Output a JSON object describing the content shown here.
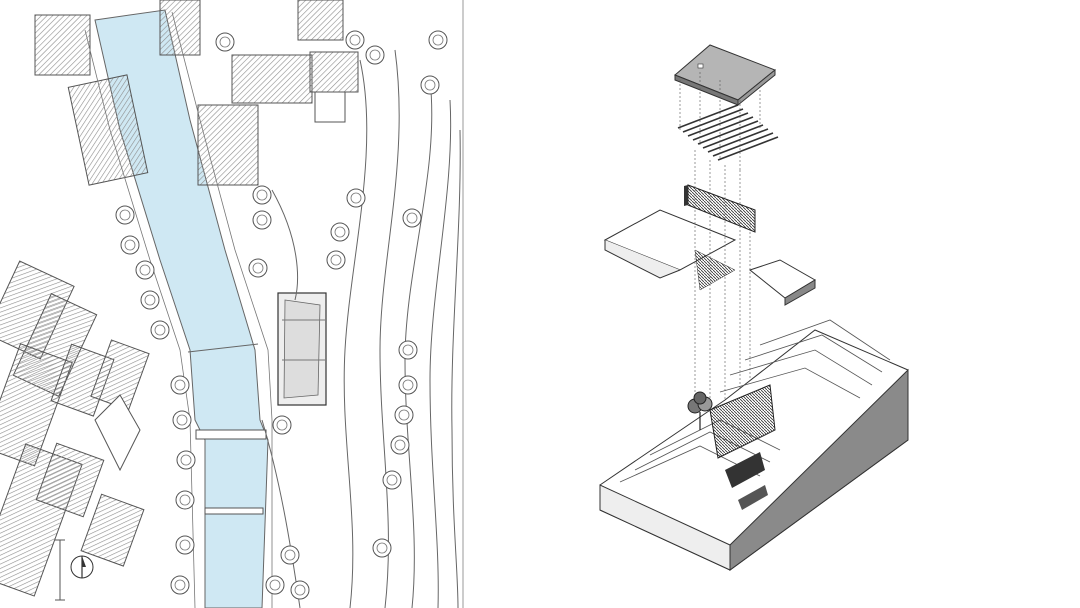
{
  "figure": {
    "layout": "two-panel",
    "background": "#ffffff",
    "colors": {
      "water": "#cfe8f3",
      "ink": "#555555",
      "roof_hatch": "#9a9a9a",
      "terrain_shade": "#8a8a8a"
    }
  },
  "site_plan": {
    "north_symbol": "north-arrow-icon"
  },
  "axonometric": {
    "layers": [
      "roof-slab",
      "roof-beams",
      "facade-screen",
      "floor-plates",
      "terrain-base"
    ],
    "tree_symbol": "tree-icon"
  }
}
